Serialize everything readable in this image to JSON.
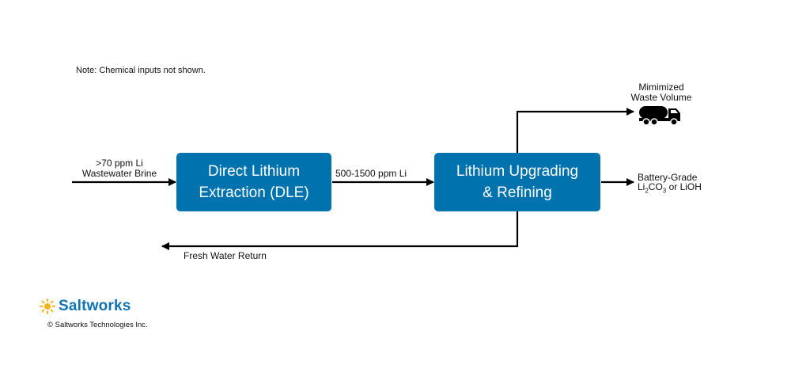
{
  "note": "Note: Chemical inputs not shown.",
  "boxes": {
    "dle": {
      "line1": "Direct Lithium",
      "line2": "Extraction (DLE)"
    },
    "refining": {
      "line1": "Lithium Upgrading",
      "line2": "& Refining"
    }
  },
  "labels": {
    "input": {
      "line1": ">70 ppm Li",
      "line2": "Wastewater Brine"
    },
    "intermediate": "500-1500 ppm Li",
    "waste": {
      "line1": "Mimimized",
      "line2": "Waste Volume"
    },
    "product": {
      "line1": "Battery-Grade",
      "line2_li": "Li",
      "line2_sub2": "2",
      "line2_co": "CO",
      "line2_sub3": "3",
      "line2_rest": " or LiOH"
    },
    "return": "Fresh Water Return"
  },
  "icons": {
    "waste": "tanker-truck-icon",
    "logo": "sun-icon"
  },
  "brand": {
    "name": "Saltworks",
    "copyright": "© Saltworks Technologies Inc."
  },
  "colors": {
    "box": "#0072ae",
    "brand_blue": "#0f73b3",
    "sun": "#f6b41a",
    "arrow": "#000000"
  }
}
